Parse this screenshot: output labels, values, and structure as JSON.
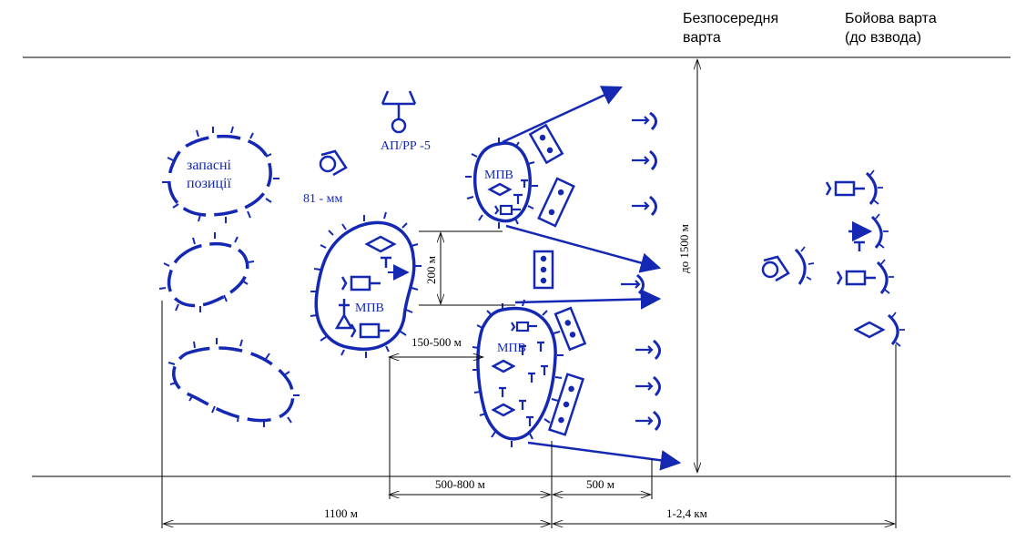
{
  "headers": {
    "direct_guard_line1": "Безпосередня",
    "direct_guard_line2": "варта",
    "combat_guard_line1": "Бойова варта",
    "combat_guard_line2": "(до взвода)"
  },
  "labels": {
    "reserve_line1": "запасні",
    "reserve_line2": "позиції",
    "mortar": "81 - мм",
    "observation_post": "АП/РР -5",
    "position_left": "МПВ",
    "position_top": "МПВ",
    "position_bottom": "МПВ"
  },
  "dimensions": {
    "gap_200": "200 м",
    "range_150_500": "150-500 м",
    "up_to_1500": "до 1500 м",
    "range_500_800": "500-800 м",
    "range_500": "500 м",
    "range_1100": "1100 м",
    "range_1_2_4": "1-2,4 км"
  },
  "colors": {
    "symbols": "#1428b4",
    "lines": "#000000",
    "background": "#ffffff"
  }
}
